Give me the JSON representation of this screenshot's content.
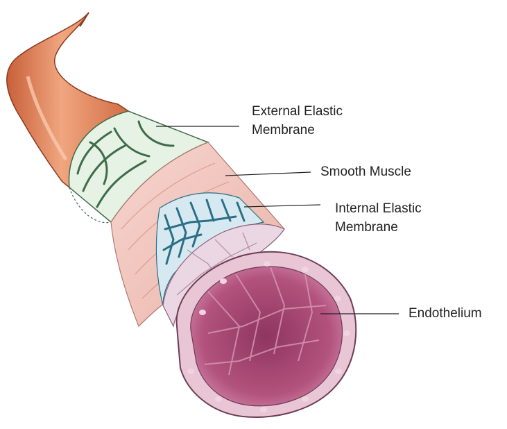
{
  "labels": {
    "external_line1": "External Elastic",
    "external_line2": "Membrane",
    "smooth_muscle": "Smooth Muscle",
    "internal_line1": "Internal Elastic",
    "internal_line2": "Membrane",
    "endothelium": "Endothelium"
  },
  "colors": {
    "adventitia": "#d9784c",
    "adventitia_highlight": "#f2b594",
    "external_membrane": "#c8e6c9",
    "external_membrane_outline": "#3e6b4a",
    "smooth_muscle": "#f3c9c2",
    "internal_membrane": "#2a6f87",
    "endothelium_cells": "#e6c8d8",
    "lumen": "#a8466f",
    "leader_line": "#222222"
  }
}
